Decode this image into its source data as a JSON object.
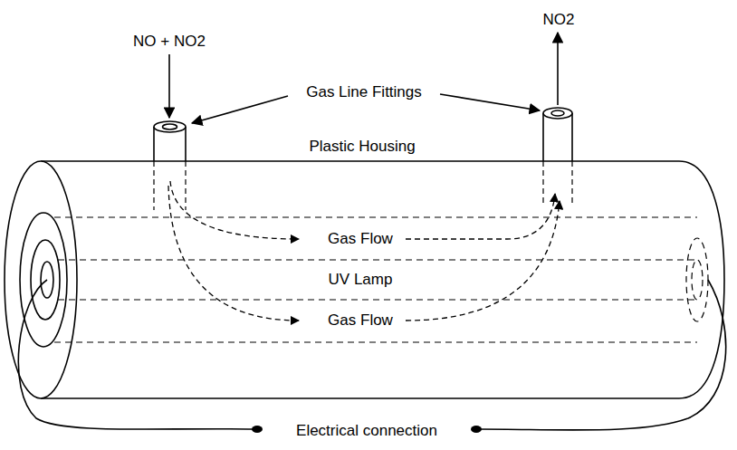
{
  "diagram": {
    "labels": [
      "NO + NO2",
      "NO2",
      "Gas Line Fittings",
      "Plastic Housing",
      "Gas Flow",
      "UV Lamp",
      "Gas Flow",
      "Electrical connection"
    ]
  }
}
